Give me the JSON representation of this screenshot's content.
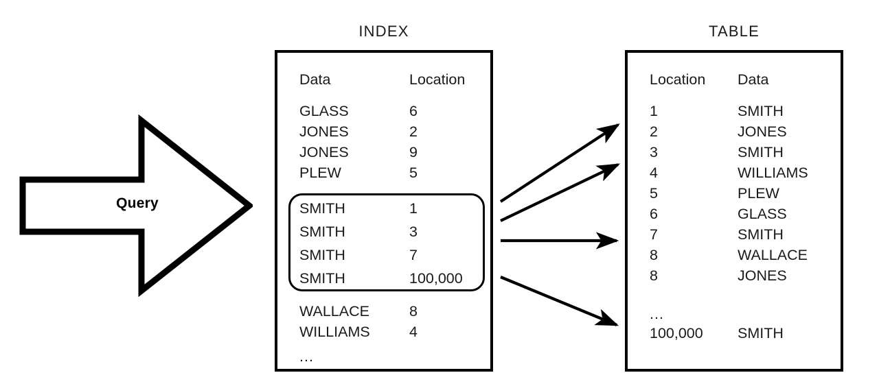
{
  "diagram": {
    "query": {
      "label": "Query",
      "icon": "right-block-arrow-icon"
    },
    "index_panel": {
      "title": "INDEX",
      "columns": [
        "Data",
        "Location"
      ],
      "rows": [
        {
          "data": "GLASS",
          "location": "6",
          "highlighted": false
        },
        {
          "data": "JONES",
          "location": "2",
          "highlighted": false
        },
        {
          "data": "JONES",
          "location": "9",
          "highlighted": false
        },
        {
          "data": "PLEW",
          "location": "5",
          "highlighted": false
        },
        {
          "data": "SMITH",
          "location": "1",
          "highlighted": true
        },
        {
          "data": "SMITH",
          "location": "3",
          "highlighted": true
        },
        {
          "data": "SMITH",
          "location": "7",
          "highlighted": true
        },
        {
          "data": "SMITH",
          "location": "100,000",
          "highlighted": true
        },
        {
          "data": "WALLACE",
          "location": "8",
          "highlighted": false
        },
        {
          "data": "WILLIAMS",
          "location": "4",
          "highlighted": false
        }
      ],
      "continuation": "..."
    },
    "table_panel": {
      "title": "TABLE",
      "columns": [
        "Location",
        "Data"
      ],
      "rows": [
        {
          "location": "1",
          "data": "SMITH"
        },
        {
          "location": "2",
          "data": "JONES"
        },
        {
          "location": "3",
          "data": "SMITH"
        },
        {
          "location": "4",
          "data": "WILLIAMS"
        },
        {
          "location": "5",
          "data": "PLEW"
        },
        {
          "location": "6",
          "data": "GLASS"
        },
        {
          "location": "7",
          "data": "SMITH"
        },
        {
          "location": "8",
          "data": "WALLACE"
        },
        {
          "location": "8",
          "data": "JONES"
        }
      ],
      "continuation": "...",
      "final_row": {
        "location": "100,000",
        "data": "SMITH"
      }
    },
    "connectors": [
      {
        "name": "arrow-smith-1",
        "from_row": "SMITH 1",
        "to_row": "1 SMITH"
      },
      {
        "name": "arrow-smith-3",
        "from_row": "SMITH 3",
        "to_row": "3 SMITH"
      },
      {
        "name": "arrow-smith-7",
        "from_row": "SMITH 7",
        "to_row": "7 SMITH"
      },
      {
        "name": "arrow-smith-100000",
        "from_row": "SMITH 100,000",
        "to_row": "100,000 SMITH"
      }
    ],
    "colors": {
      "stroke": "#000000",
      "text": "#1a1a1a",
      "background": "#ffffff"
    }
  }
}
